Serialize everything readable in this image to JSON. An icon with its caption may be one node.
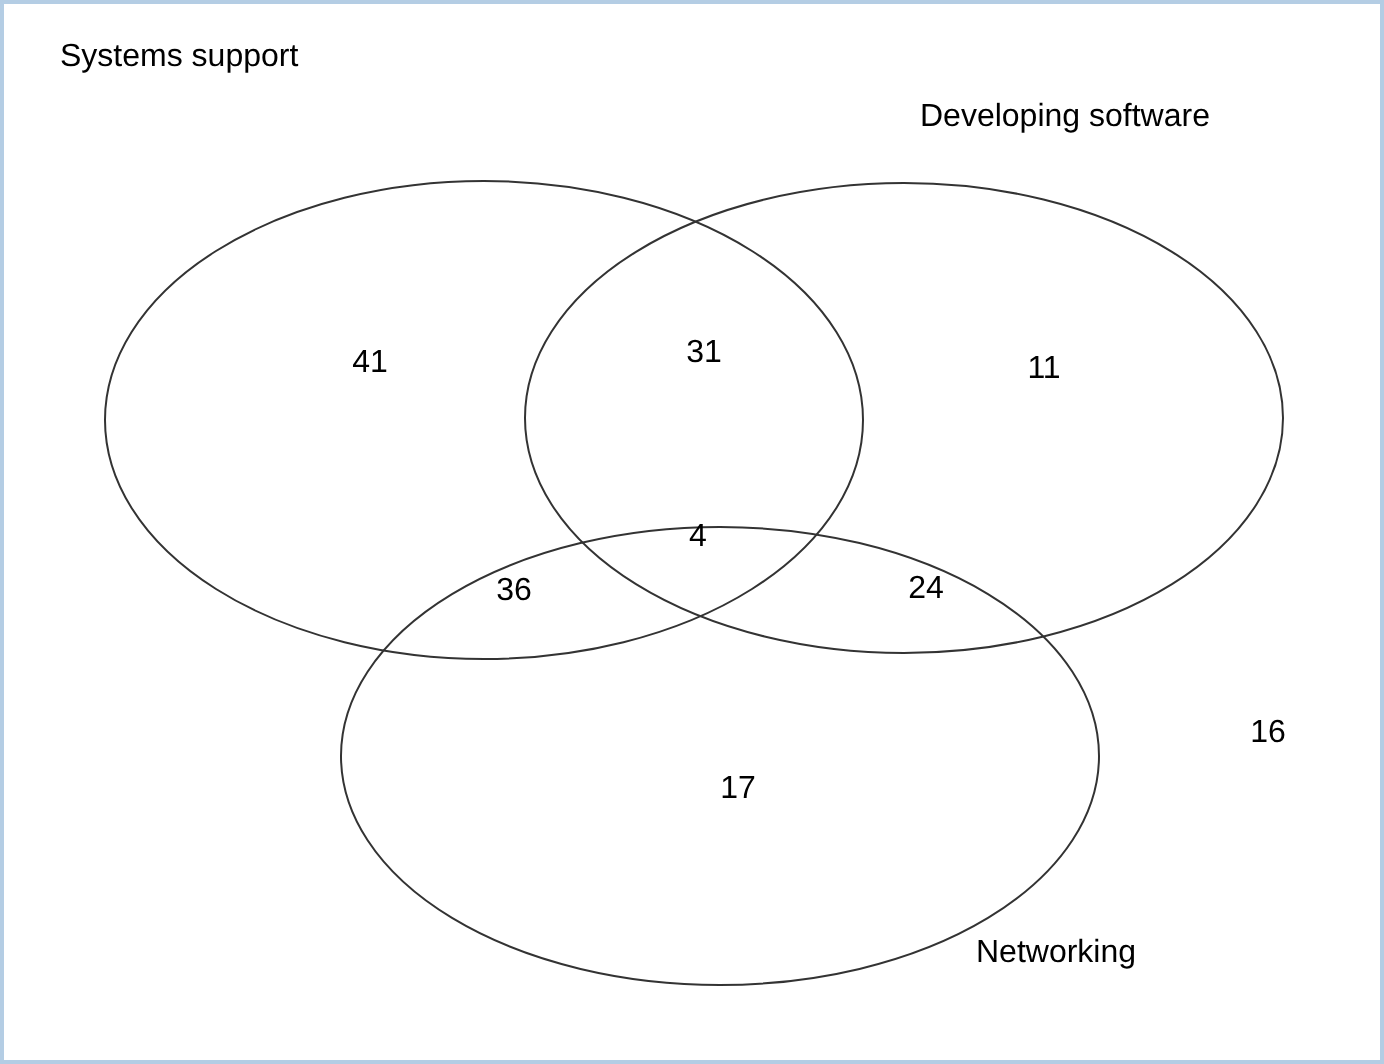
{
  "diagram": {
    "nodes": [
      {
        "text": [
          "Systems support"
        ]
      },
      {
        "text": [
          "Developing software"
        ]
      },
      {
        "text": [
          "Networking"
        ]
      }
    ],
    "labels": [
      "41",
      "31",
      "11",
      "4",
      "36",
      "24",
      "17",
      "16"
    ]
  }
}
